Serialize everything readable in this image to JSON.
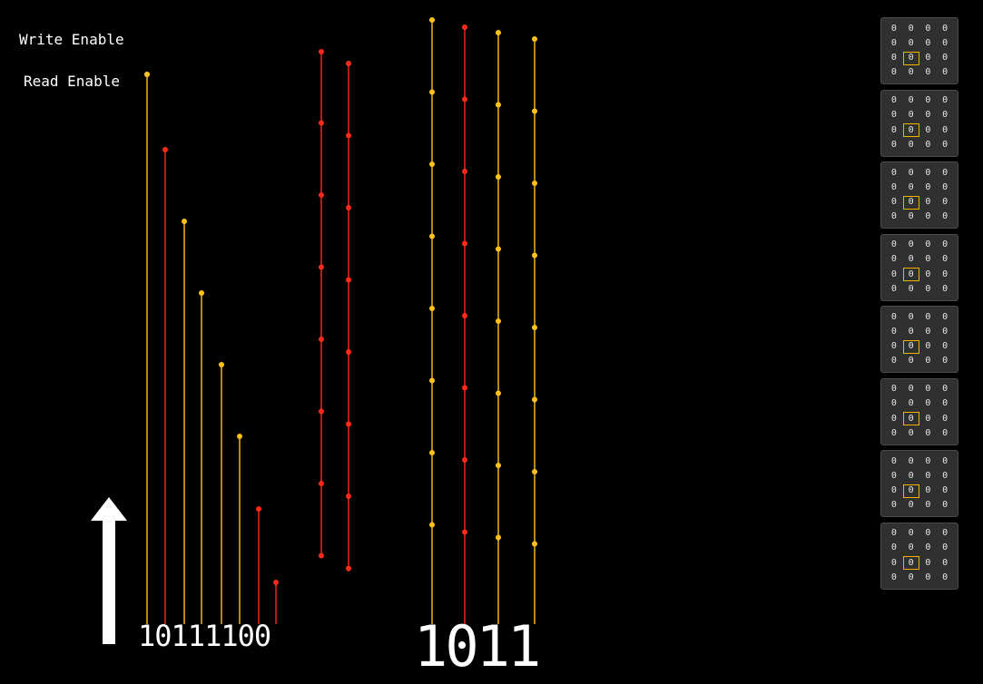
{
  "signals": {
    "write_enable": "Write Enable",
    "read_enable": "Read Enable"
  },
  "row_address": "10111100",
  "column_address": "1011",
  "memory": {
    "blocks": 8,
    "rows_per_block": 4,
    "cols_per_block": 4,
    "cell_value": "0",
    "selected": {
      "row": 2,
      "col": 1
    }
  },
  "colors": {
    "red_wire": "#ff2a1a",
    "yellow_wire": "#ffc21a",
    "background": "#000000",
    "selection": "#f5b000"
  },
  "icons": {
    "direction": "up-arrow-icon"
  }
}
